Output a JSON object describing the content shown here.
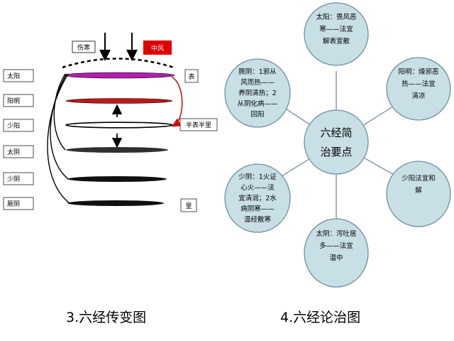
{
  "left": {
    "shanghan_label": "伤寒",
    "zhongfeng_label": "中风",
    "levels": [
      "太阳",
      "阳明",
      "少阳",
      "太阴",
      "少阴",
      "厥阴"
    ],
    "right_labels": [
      "表",
      "半表半里",
      "里"
    ],
    "caption": "3.六经传变图"
  },
  "right": {
    "center": [
      "六经简",
      "治要点"
    ],
    "nodes": [
      [
        "太阳：畏风恶",
        "寒——法宜",
        "解表宣散"
      ],
      [
        "阳明：燥邪恶",
        "热——法宜",
        "清凉"
      ],
      [
        "少阳法宜和",
        "解"
      ],
      [
        "太阴：泻吐居",
        "多——法宜",
        "温中"
      ],
      [
        "少阴：1火证",
        "心火——法",
        "宜清润；2水",
        "病阴寒——",
        "温经散寒"
      ],
      [
        "厥阴：1邪从",
        "风而热——",
        "养阴清热；2",
        "从阴化病——",
        "回阳"
      ]
    ],
    "caption": "4.六经论治图"
  },
  "colors": {
    "disc_taiyang": "#b020b0",
    "disc_yangming": "#c01818",
    "disc_shaoyang": "#ffffff",
    "disc_taiyin": "#303030",
    "disc_shaoyin": "#101010",
    "disc_jueyin": "#101010",
    "zhongfeng_bg": "#e00000",
    "node_fill": "#c8dfe6",
    "node_stroke": "#6d8fa0",
    "curve_red": "#d01010"
  }
}
